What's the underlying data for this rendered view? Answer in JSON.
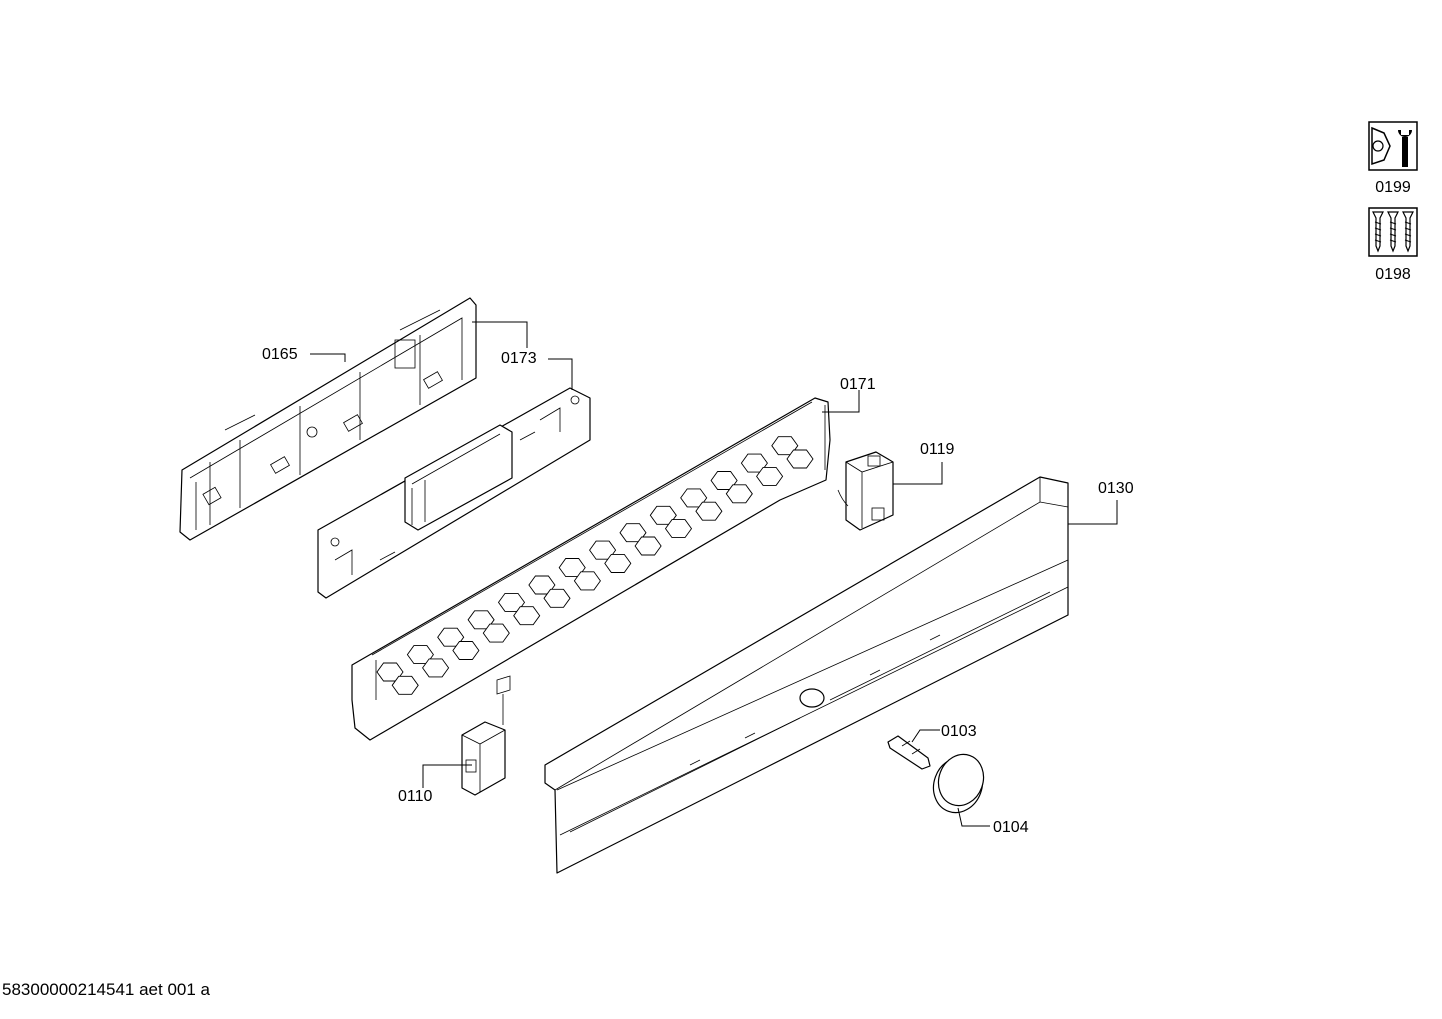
{
  "labels": {
    "p0165": "0165",
    "p0173": "0173",
    "p0171": "0171",
    "p0119": "0119",
    "p0130": "0130",
    "p0103": "0103",
    "p0104": "0104",
    "p0110": "0110"
  },
  "legend": {
    "tools_label": "0199",
    "screws_label": "0198",
    "tools_icon": "wrench-and-nut-icon",
    "screws_icon": "screws-icon"
  },
  "document_id": "58300000214541 aet 001 a"
}
